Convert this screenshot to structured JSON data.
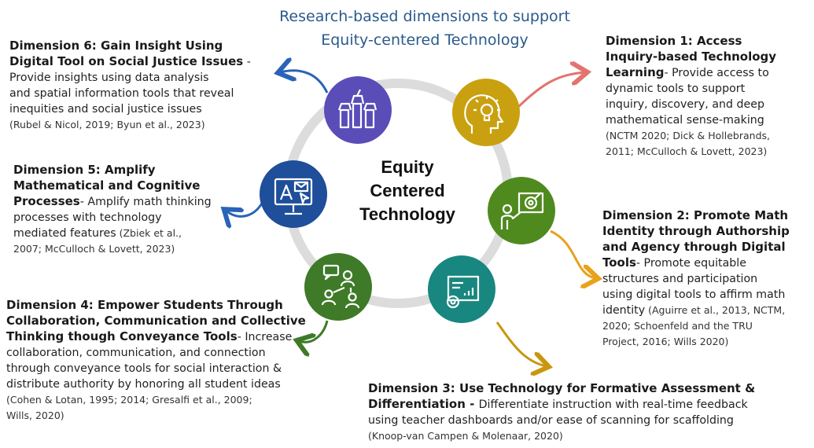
{
  "title_line1": "Research-based dimensions to support",
  "title_line2": "Equity-centered Technology",
  "center": {
    "line1": "Equity",
    "line2": "Centered",
    "line3": "Technology"
  },
  "colors": {
    "ring": "#dcdcdc",
    "d1": "#c9a00f",
    "d2": "#4f8a1e",
    "d3": "#17877f",
    "d4": "#3e7a28",
    "d5": "#1f4e9a",
    "d6": "#5a4db8",
    "arrow_d1": "#e2746f",
    "arrow_d2": "#e8a21c",
    "arrow_d3": "#c9960f",
    "arrow_d4": "#3e7a28",
    "arrow_d5": "#2a63b8",
    "arrow_d6": "#2a63b8"
  },
  "icons": {
    "d1": "head-lightbulb-icon",
    "d2": "presenter-target-icon",
    "d3": "dashboard-gear-chart-icon",
    "d4": "people-network-chat-icon",
    "d5": "monitor-letter-a-icon",
    "d6": "raised-fists-icon"
  },
  "d1": {
    "h1": "Dimension 1: Access",
    "h2": "Inquiry-based Technology",
    "h3": "Learning",
    "t1": "- Provide access to",
    "t2": "dynamic tools to support",
    "t3": "inquiry, discovery, and deep",
    "t4": "mathematical sense-making",
    "c1": "(NCTM 2020;  Dick & Hollebrands,",
    "c2": "2011; McCulloch &  Lovett, 2023)"
  },
  "d2": {
    "h1": "Dimension 2:  Promote  Math",
    "h2": "Identity through Authorship",
    "h3": "and Agency through  Digital",
    "h4": "Tools",
    "t1": "-  Promote equitable",
    "t2": "structures and participation",
    "t3": "using digital tools to affirm math",
    "t4": "identity",
    "c1": " (Aguirre et al., 2013,  NCTM,",
    "c2": "2020; Schoenfeld and the TRU",
    "c3": "Project, 2016; Wills 2020)"
  },
  "d3": {
    "h1": "Dimension 3: Use Technology for  Formative Assessment &",
    "h2": "Differentiation - ",
    "t1": "  Differentiate instruction with real-time feedback",
    "t2": "using teacher dashboards and/or ease of scanning for scaffolding",
    "c1": "(Knoop-van Campen &  Molenaar, 2020)"
  },
  "d4": {
    "h1": "Dimension 4:  Empower Students Through",
    "h2": "Collaboration, Communication and  Collective",
    "h3": "Thinking though Conveyance Tools",
    "t1": "- Increase",
    "t2": "collaboration, communication, and connection",
    "t3": "through conveyance tools for social interaction &",
    "t4": "distribute authority by honoring all student ideas",
    "c1": "(Cohen &  Lotan, 1995; 2014; Gresalfi et al., 2009;",
    "c2": "Wills, 2020)"
  },
  "d5": {
    "h1": "Dimension 5: Amplify",
    "h2": "Mathematical and Cognitive",
    "h3": "Processes",
    "t1": "- Amplify math thinking",
    "t2": "processes with technology",
    "t3": "mediated features",
    "c1": "  (Zbiek et al.,",
    "c2": "2007; McCulloch &  Lovett, 2023)"
  },
  "d6": {
    "h1": "Dimension 6: Gain  Insight Using",
    "h2": "Digital Tool on Social Justice Issues",
    "h2b": " -",
    "t1": "Provide insights using data analysis",
    "t2": "and spatial information tools that reveal",
    "t3": "inequities and social justice issues",
    "c1": "(Rubel &  Nicol, 2019;  Byun et al., 2023)"
  }
}
